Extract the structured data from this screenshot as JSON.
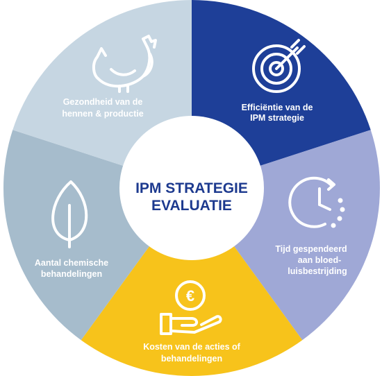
{
  "center": {
    "line1": "IPM STRATEGIE",
    "line2": "EVALUATIE"
  },
  "segments": [
    {
      "id": "efficiency",
      "icon": "target-icon",
      "color": "#1e3f98",
      "lines": [
        "Efficiëntie van de",
        "IPM strategie"
      ]
    },
    {
      "id": "time",
      "icon": "clock-icon",
      "color": "#9fa8d6",
      "lines": [
        "Tijd gespendeerd",
        "aan bloed-",
        "luisbestrijding"
      ]
    },
    {
      "id": "costs",
      "icon": "euro-hand-icon",
      "color": "#f7c31b",
      "lines": [
        "Kosten van de acties of",
        "behandelingen"
      ]
    },
    {
      "id": "chemical",
      "icon": "leaf-icon",
      "color": "#a6bccc",
      "lines": [
        "Aantal chemische",
        "behandelingen"
      ]
    },
    {
      "id": "health",
      "icon": "hen-icon",
      "color": "#c6d6e2",
      "lines": [
        "Gezondheid van de",
        "hennen & productie"
      ]
    }
  ]
}
